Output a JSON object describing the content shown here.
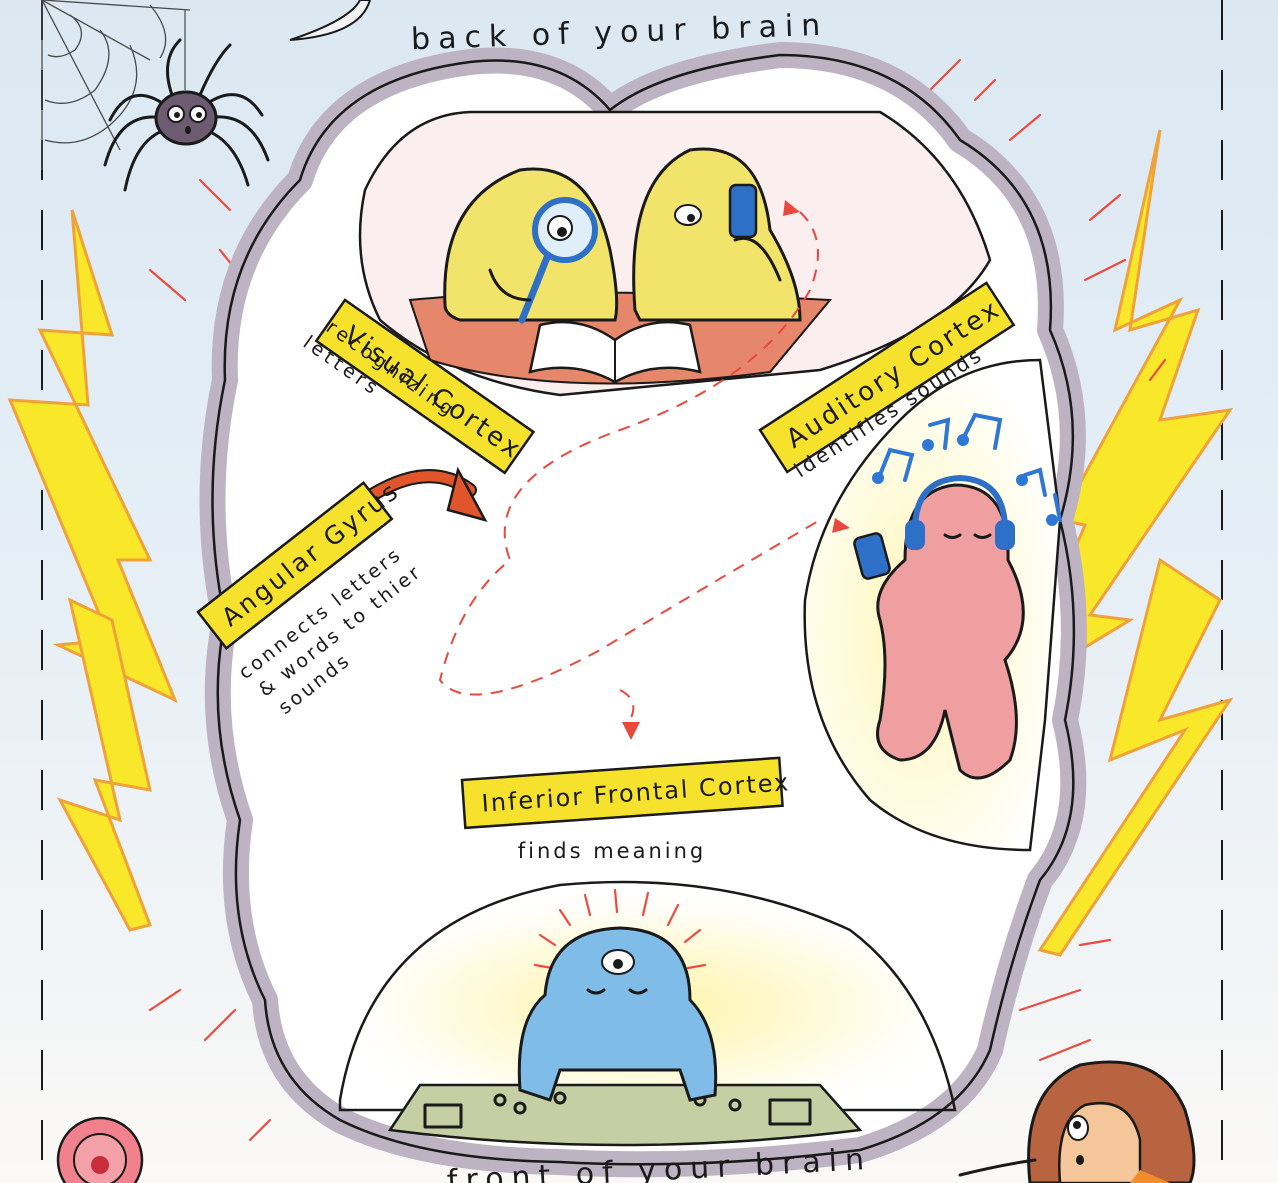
{
  "top_caption": "back of your brain",
  "bottom_caption": "front of your brain",
  "regions": {
    "visual": {
      "title": "Visual Cortex",
      "note_line1": "recognizing",
      "note_line2": "letters"
    },
    "auditory": {
      "title": "Auditory Cortex",
      "note": "identifies sounds"
    },
    "angular": {
      "title": "Angular Gyrus",
      "note_line1": "connects letters",
      "note_line2": "& words to thier",
      "note_line3": "sounds"
    },
    "frontal": {
      "title": "Inferior Frontal Cortex",
      "note": "finds meaning"
    }
  },
  "colors": {
    "brain_outline": "#bdb3c2",
    "label_yellow": "#f6e22c",
    "reader_yellow": "#f2e36a",
    "listener_pink": "#ef9fa0",
    "thinker_blue": "#7fbde8",
    "bolt_yellow": "#f9e82a",
    "desk_orange": "#e6866a",
    "dashed_path": "#e9483d",
    "music_notes": "#2f77d4"
  }
}
